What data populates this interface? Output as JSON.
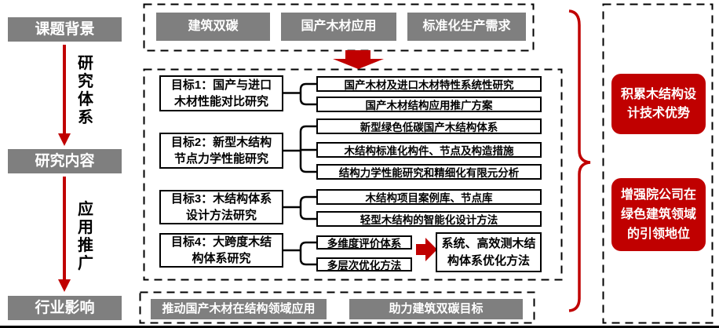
{
  "colors": {
    "gray": "#7F7F7F",
    "red": "#C00000",
    "black": "#000000",
    "white": "#FFFFFF"
  },
  "stages": {
    "background": "课题背景",
    "content": "研究内容",
    "impact": "行业影响"
  },
  "flow_labels": {
    "research_system": "研究体系",
    "application": "应用推广"
  },
  "inputs": [
    {
      "label": "建筑双碳"
    },
    {
      "label": "国产木材应用"
    },
    {
      "label": "标准化生产需求"
    }
  ],
  "goals": [
    {
      "title": "目标1：国产与进口\n木材性能对比研究"
    },
    {
      "title": "目标2：新型木结构\n节点力学性能研究"
    },
    {
      "title": "目标3：木结构体系\n设计方法研究"
    },
    {
      "title": "目标4：大跨度木结\n构体系研究"
    }
  ],
  "outputs": [
    {
      "label": "国产木材及进口木材特性系统性研究"
    },
    {
      "label": "国产木材结构应用推广方案"
    },
    {
      "label": "新型绿色低碳国产木结构体系"
    },
    {
      "label": "木结构标准化构件、节点及构造措施"
    },
    {
      "label": "结构力学性能研究和精细化有限元分析"
    },
    {
      "label": "木结构项目案例库、节点库"
    },
    {
      "label": "轻型木结构的智能化设计方法"
    },
    {
      "label": "多维度评价体系"
    },
    {
      "label": "多层次优化方法"
    }
  ],
  "goal4_result": {
    "label": "系统、高效测木结\n构体系优化方法"
  },
  "achievements": [
    {
      "label": "积累木结构设\n计技术优势"
    },
    {
      "label": "增强院公司在\n绿色建筑领域\n的引领地位"
    }
  ],
  "bottom_outcomes": [
    {
      "label": "推动国产木材在结构领域应用"
    },
    {
      "label": "助力建筑双碳目标"
    }
  ]
}
